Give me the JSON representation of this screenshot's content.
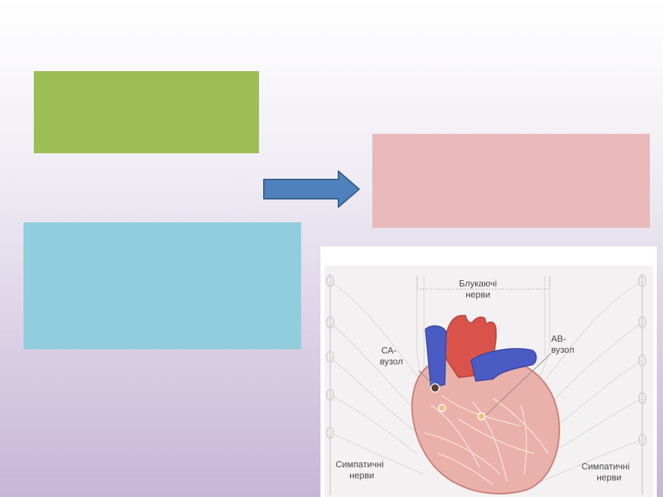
{
  "colors": {
    "green_box": "#9dbd55",
    "pink_box": "#e9b9b9",
    "blue_box": "#92cddd",
    "arrow_fill": "#4f81bd",
    "arrow_stroke": "#385d8a",
    "heart_red": "#d9534a",
    "heart_pink": "#eab0aa",
    "vessel_blue": "#4a5cc4"
  },
  "diagram": {
    "labels": {
      "vagus_line1": "Блукаючі",
      "vagus_line2": "нерви",
      "sa_line1": "СА-",
      "sa_line2": "вузол",
      "av_line1": "АВ-",
      "av_line2": "вузол",
      "symp_left_line1": "Симпатичні",
      "symp_left_line2": "нерви",
      "symp_right_line1": "Симпатичні",
      "symp_right_line2": "нерви"
    }
  }
}
